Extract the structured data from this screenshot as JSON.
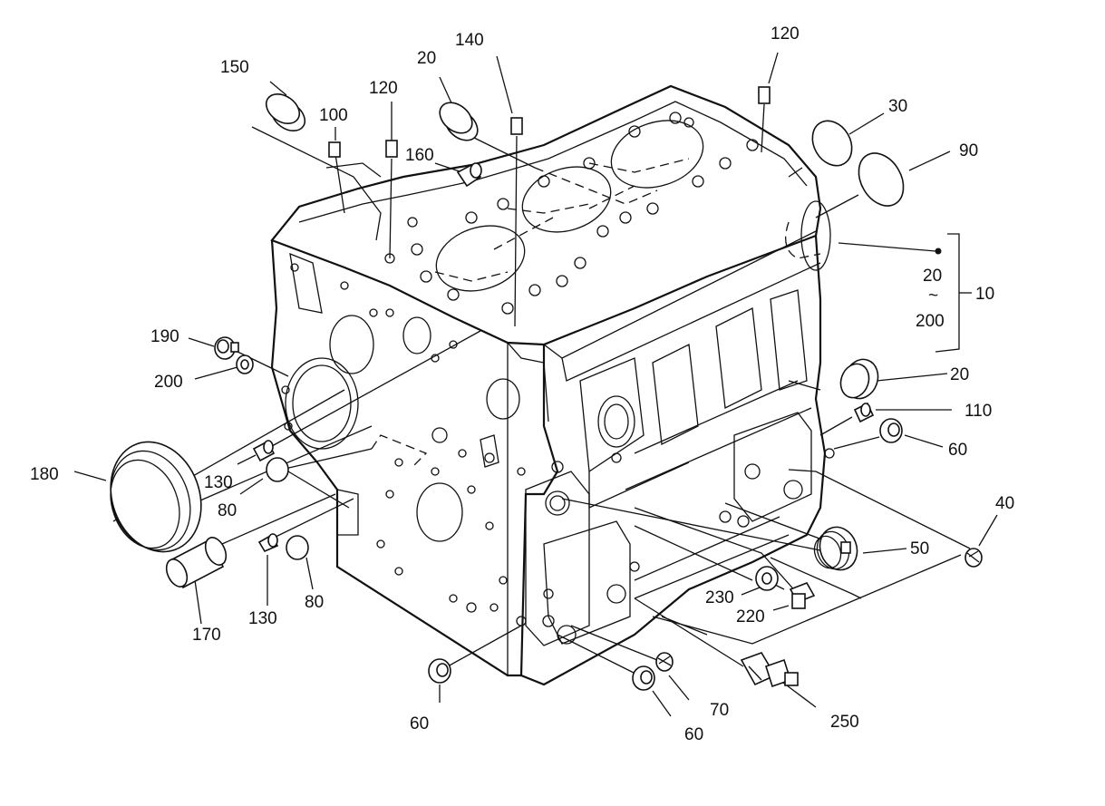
{
  "diagram": {
    "labels": {
      "l150": "150",
      "l100": "100",
      "l120a": "120",
      "l20a": "20",
      "l140": "140",
      "l160": "160",
      "l120b": "120",
      "l30": "30",
      "l90": "90",
      "l10": "10",
      "range_from": "20",
      "range_tilde": "~",
      "range_to": "200",
      "l190": "190",
      "l200": "200",
      "l20b": "20",
      "l110": "110",
      "l60a": "60",
      "l180": "180",
      "l130a": "130",
      "l80a": "80",
      "l130b": "130",
      "l80b": "80",
      "l170": "170",
      "l40": "40",
      "l50": "50",
      "l230": "230",
      "l220": "220",
      "l60b": "60",
      "l70": "70",
      "l60c": "60",
      "l250": "250"
    }
  }
}
